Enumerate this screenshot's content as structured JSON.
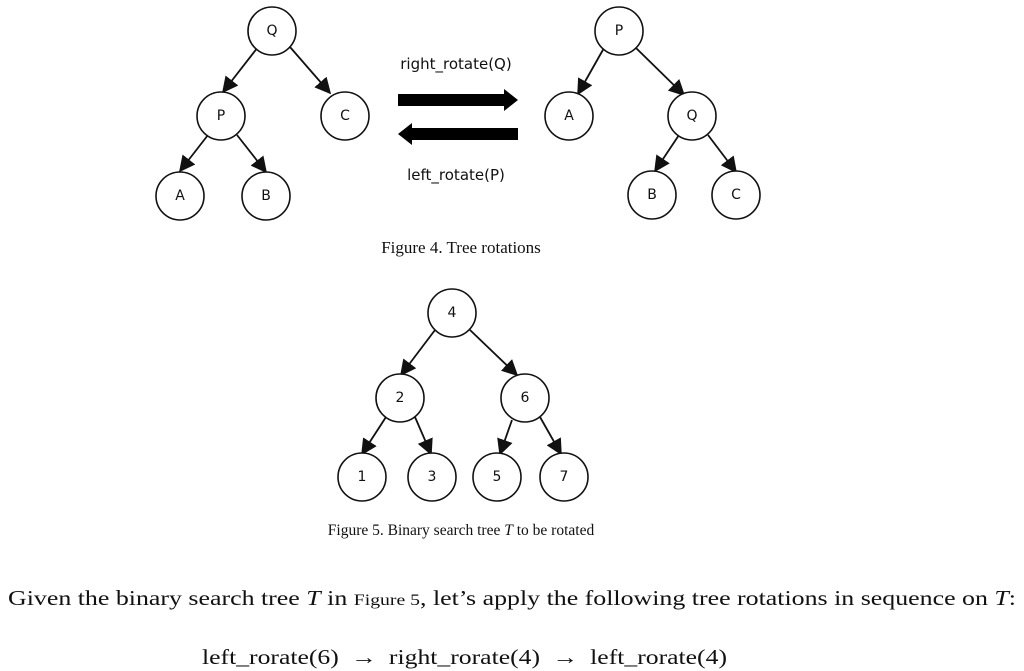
{
  "figure4": {
    "caption": "Figure 4. Tree rotations",
    "left_tree": {
      "root": "Q",
      "left": "P",
      "right": "C",
      "left_left": "A",
      "left_right": "B"
    },
    "right_tree": {
      "root": "P",
      "left": "A",
      "right": "Q",
      "right_left": "B",
      "right_right": "C"
    },
    "op_forward": "right_rotate(Q)",
    "op_backward": "left_rotate(P)"
  },
  "figure5": {
    "caption_prefix": "Figure 5. Binary search tree ",
    "caption_var": "T",
    "caption_suffix": " to be rotated",
    "tree": {
      "root": "4",
      "left": "2",
      "right": "6",
      "ll": "1",
      "lr": "3",
      "rl": "5",
      "rr": "7"
    }
  },
  "question": {
    "p1": "Given the binary search tree ",
    "var1": "T",
    "p2": " in ",
    "ref": "Figure 5",
    "p3": ", let’s apply the following tree rotations in sequence on ",
    "var2": "T",
    "p4": ":"
  },
  "sequence": {
    "step1": "left_rorate(6)",
    "step2": "right_rorate(4)",
    "step3": "left_rorate(4)",
    "arrow": "→"
  }
}
